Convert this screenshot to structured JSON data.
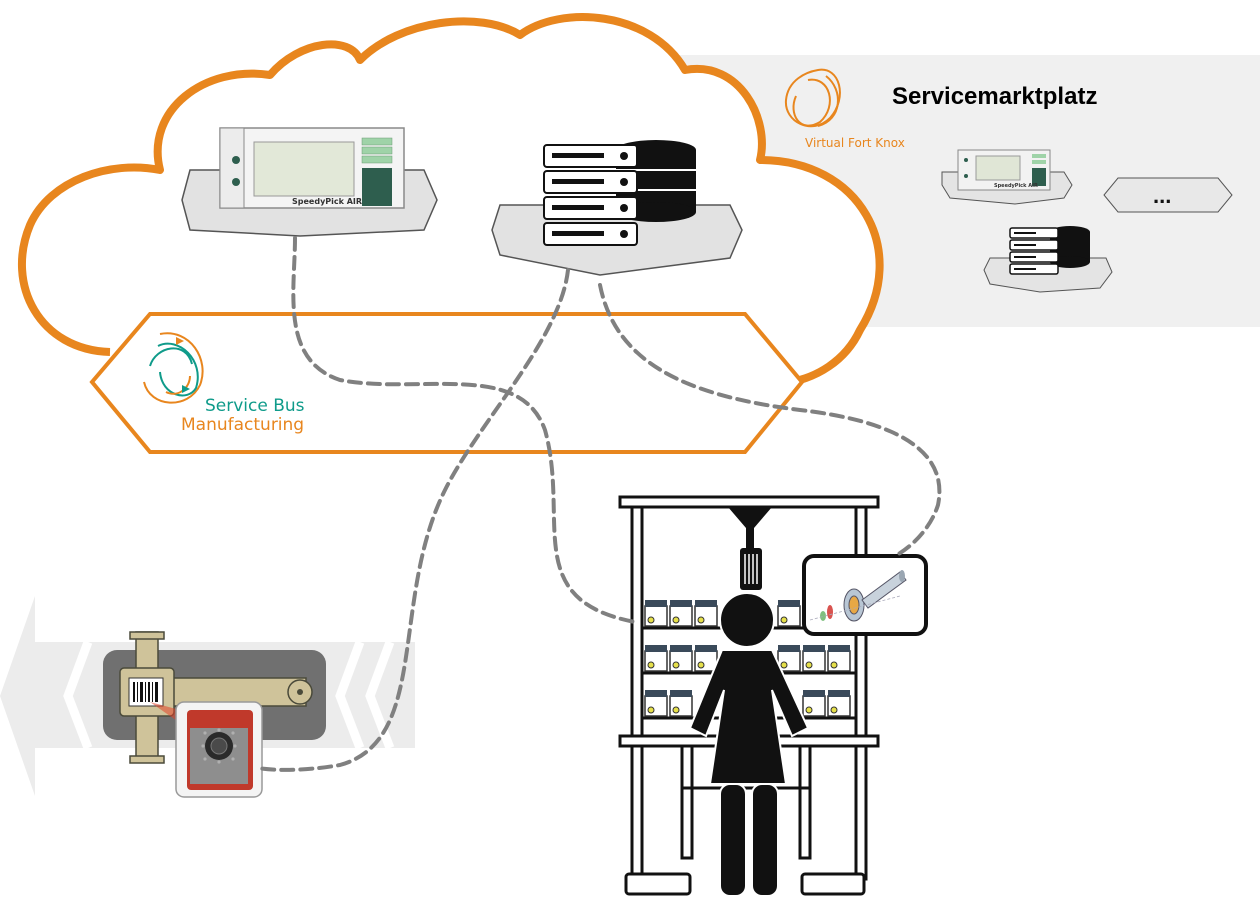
{
  "marketplace": {
    "title": "Servicemarktplatz",
    "brand": "Virtual Fort Knox",
    "more": "..."
  },
  "bus": {
    "line1": "Service Bus",
    "line2": "Manufacturing"
  },
  "devices": {
    "speedypick_label": "SpeedyPick AIR"
  },
  "colors": {
    "orange": "#e8861e",
    "teal": "#0f9b8a",
    "panel": "#f0f0f0",
    "connector": "#808080"
  }
}
